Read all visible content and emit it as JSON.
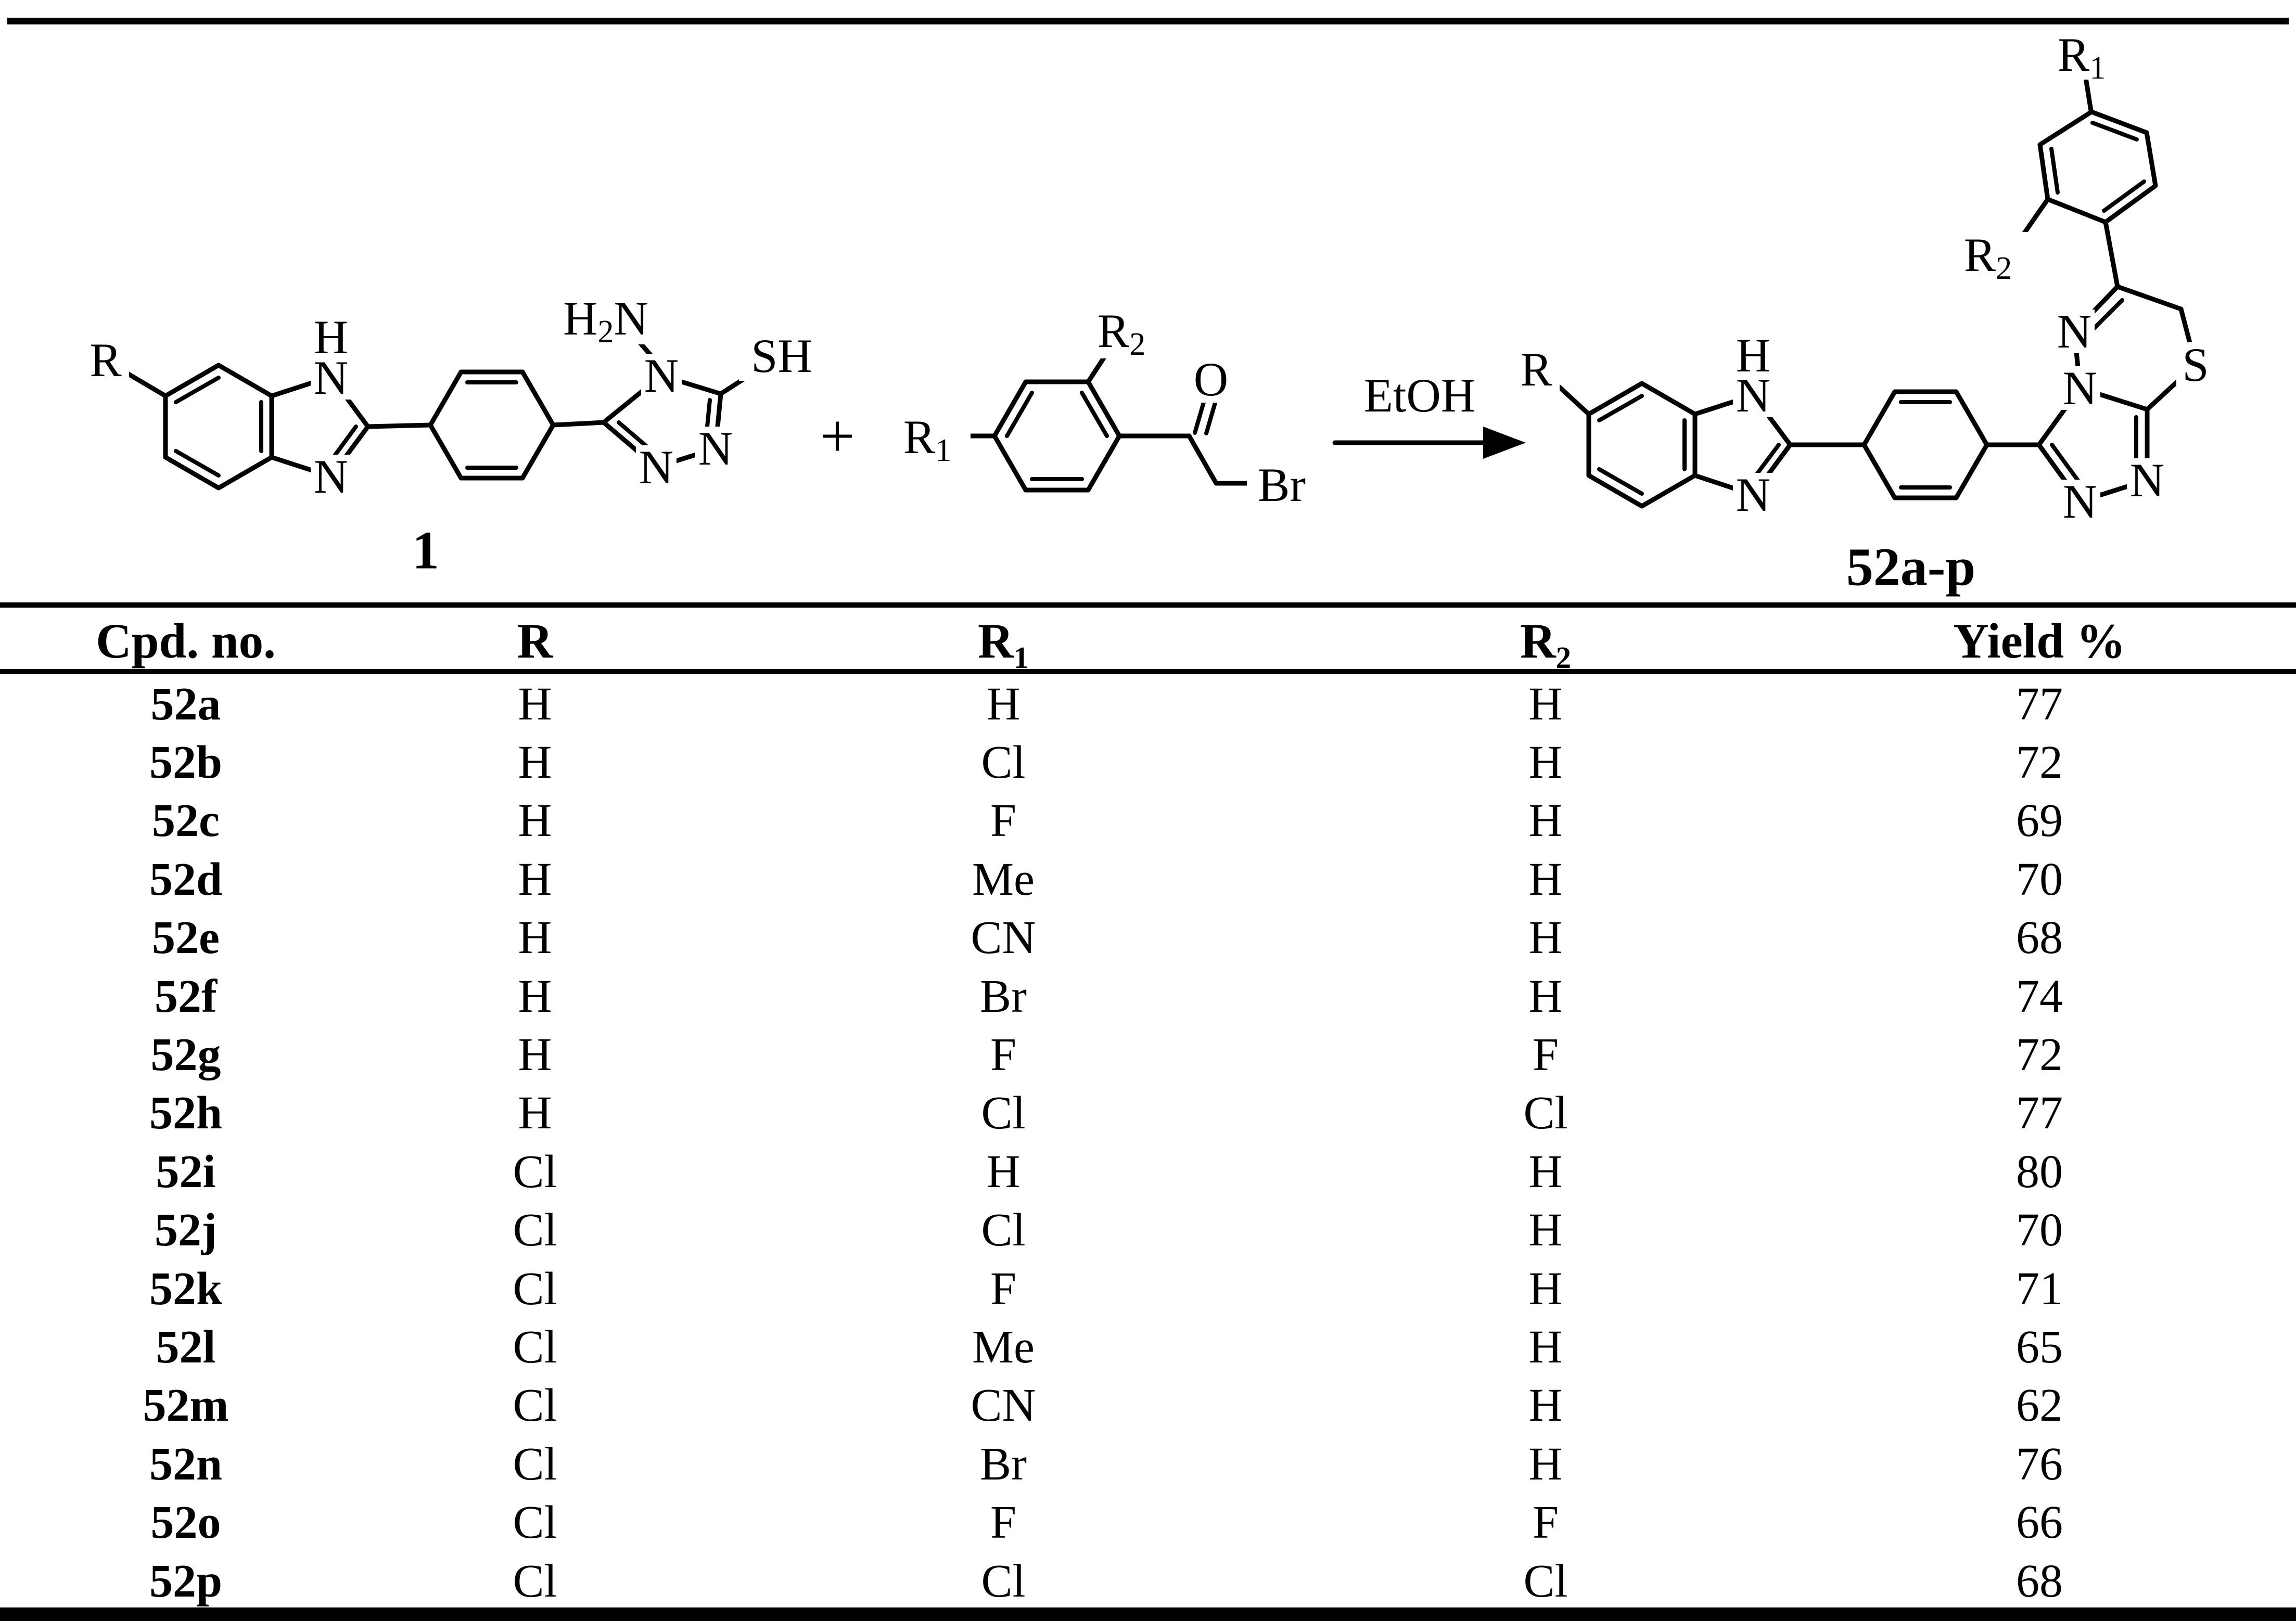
{
  "scheme": {
    "reactant1": {
      "compound_label": "1",
      "r_group": "R",
      "nh_hydrogen": "H",
      "imidazole_n1": "N",
      "imidazole_n3": "N",
      "amino": {
        "h": "H",
        "sub": "2",
        "n": "N"
      },
      "thiol": "SH",
      "triazole_n4": "N",
      "triazole_n1": "N",
      "triazole_n2": "N"
    },
    "plus": "+",
    "reactant2": {
      "r1": {
        "main": "R",
        "sub": "1"
      },
      "r2": {
        "main": "R",
        "sub": "2"
      },
      "oxygen": "O",
      "bromine": "Br"
    },
    "arrow_reagent": "EtOH",
    "product": {
      "compound_label": "52a-p",
      "r_group": "R",
      "nh_hydrogen": "H",
      "imidazole_n1": "N",
      "imidazole_n3": "N",
      "r1": {
        "main": "R",
        "sub": "1"
      },
      "r2": {
        "main": "R",
        "sub": "2"
      },
      "thiadiazine_n5": "N",
      "bridgehead_n4": "N",
      "triazole_n1": "N",
      "triazole_n2": "N",
      "sulfur": "S"
    }
  },
  "table": {
    "headers": {
      "cpd": "Cpd. no.",
      "r": "R",
      "r1": {
        "main": "R",
        "sub": "1"
      },
      "r2": {
        "main": "R",
        "sub": "2"
      },
      "yield": "Yield %"
    },
    "rows": [
      {
        "cpd": "52a",
        "r": "H",
        "r1": "H",
        "r2": "H",
        "yield": "77"
      },
      {
        "cpd": "52b",
        "r": "H",
        "r1": "Cl",
        "r2": "H",
        "yield": "72"
      },
      {
        "cpd": "52c",
        "r": "H",
        "r1": "F",
        "r2": "H",
        "yield": "69"
      },
      {
        "cpd": "52d",
        "r": "H",
        "r1": "Me",
        "r2": "H",
        "yield": "70"
      },
      {
        "cpd": "52e",
        "r": "H",
        "r1": "CN",
        "r2": "H",
        "yield": "68"
      },
      {
        "cpd": "52f",
        "r": "H",
        "r1": "Br",
        "r2": "H",
        "yield": "74"
      },
      {
        "cpd": "52g",
        "r": "H",
        "r1": "F",
        "r2": "F",
        "yield": "72"
      },
      {
        "cpd": "52h",
        "r": "H",
        "r1": "Cl",
        "r2": "Cl",
        "yield": "77"
      },
      {
        "cpd": "52i",
        "r": "Cl",
        "r1": "H",
        "r2": "H",
        "yield": "80"
      },
      {
        "cpd": "52j",
        "r": "Cl",
        "r1": "Cl",
        "r2": "H",
        "yield": "70"
      },
      {
        "cpd": "52k",
        "r": "Cl",
        "r1": "F",
        "r2": "H",
        "yield": "71"
      },
      {
        "cpd": "52l",
        "r": "Cl",
        "r1": "Me",
        "r2": "H",
        "yield": "65"
      },
      {
        "cpd": "52m",
        "r": "Cl",
        "r1": "CN",
        "r2": "H",
        "yield": "62"
      },
      {
        "cpd": "52n",
        "r": "Cl",
        "r1": "Br",
        "r2": "H",
        "yield": "76"
      },
      {
        "cpd": "52o",
        "r": "Cl",
        "r1": "F",
        "r2": "F",
        "yield": "66"
      },
      {
        "cpd": "52p",
        "r": "Cl",
        "r1": "Cl",
        "r2": "Cl",
        "yield": "68"
      }
    ]
  }
}
